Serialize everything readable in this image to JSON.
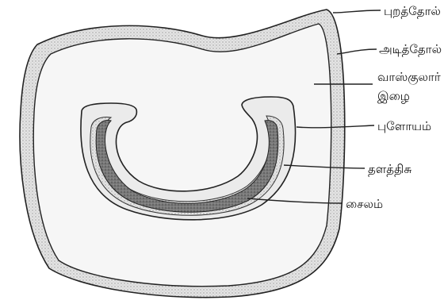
{
  "labels": {
    "epidermis": "புறத்தோல்",
    "hypodermis": "அடித்தோல்",
    "vascular_line1": "வாஸ்குலார்",
    "vascular_line2": "இழை",
    "phloem": "புளோயம்",
    "cambium": "தளத்திசு",
    "xylem": "சைலம்"
  },
  "colors": {
    "outline": "#222222",
    "epidermis_fill": "#d6d6d6",
    "ground_tissue": "#f4f4f4",
    "bundle_fill": "#e2e2e2",
    "xylem_fill": "#6e6e6e"
  }
}
